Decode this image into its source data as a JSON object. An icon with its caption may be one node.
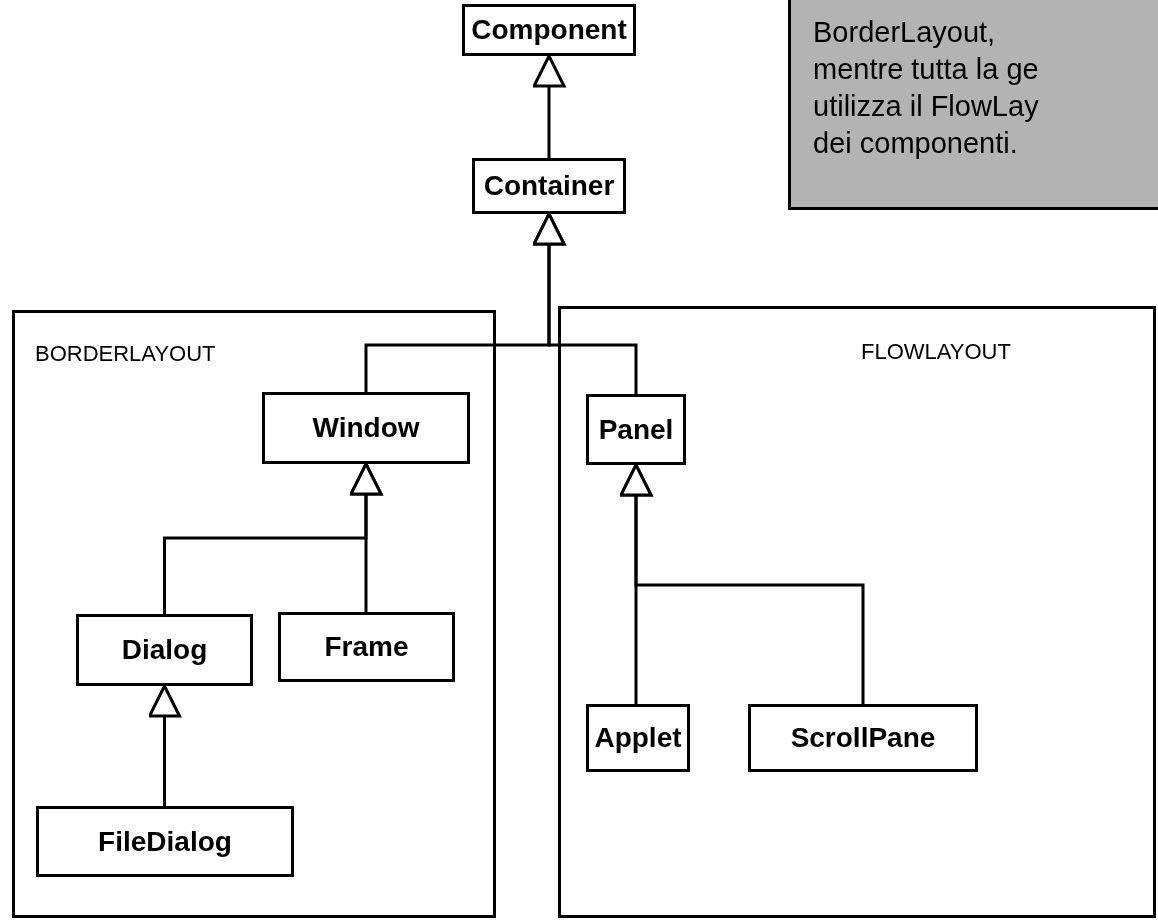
{
  "diagram": {
    "nodes": [
      {
        "text": [
          "Component"
        ]
      },
      {
        "text": [
          "Container"
        ]
      },
      {
        "text": [
          "BorderLayout, mentre tutta la ge utilizza il FlowLay dei componenti."
        ]
      },
      {
        "text": [
          "BORDERLAYOUT"
        ]
      },
      {
        "text": [
          "Window"
        ],
        "in": 3
      },
      {
        "text": [
          "Dialog"
        ],
        "in": 3
      },
      {
        "text": [
          "Frame"
        ],
        "in": 3
      },
      {
        "text": [
          "FileDialog"
        ],
        "in": 3
      },
      {
        "text": [
          "FLOWLAYOUT"
        ]
      },
      {
        "text": [
          "Panel"
        ],
        "in": 8
      },
      {
        "text": [
          "Applet"
        ],
        "in": 8
      },
      {
        "text": [
          "ScrollPane"
        ],
        "in": 8
      }
    ],
    "edges": [
      {
        "from": 1,
        "to": 0,
        "arrow": "to"
      },
      {
        "from": 4,
        "to": 1,
        "arrow": "to"
      },
      {
        "from": 9,
        "to": 1,
        "arrow": "to"
      },
      {
        "from": 5,
        "to": 4,
        "arrow": "to"
      },
      {
        "from": 6,
        "to": 4,
        "arrow": "to"
      },
      {
        "from": 7,
        "to": 5,
        "arrow": "to"
      },
      {
        "from": 10,
        "to": 9,
        "arrow": "to"
      },
      {
        "from": 11,
        "to": 9,
        "arrow": "to"
      }
    ]
  }
}
